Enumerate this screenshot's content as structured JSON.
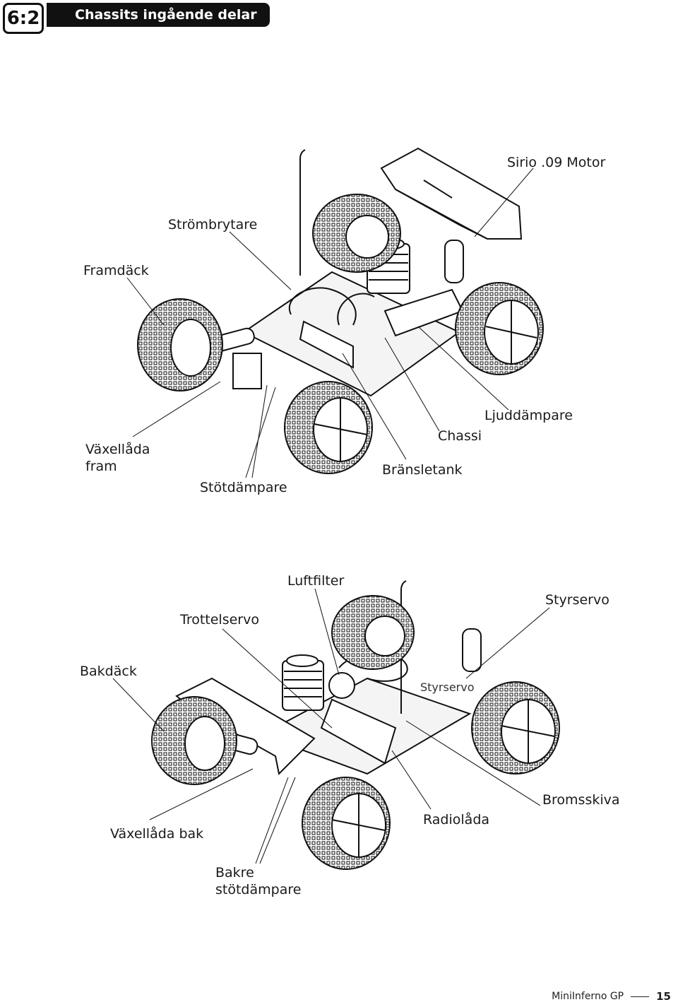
{
  "header": {
    "section_number": "6:2",
    "title": "Chassits ingående delar"
  },
  "top_figure": {
    "labels": {
      "motor": "Sirio .09 Motor",
      "strombrytare": "Strömbrytare",
      "framdack": "Framdäck",
      "vaxellada_fram_1": "Växellåda",
      "vaxellada_fram_2": "fram",
      "stotdampare": "Stötdämpare",
      "bransletank": "Bränsletank",
      "chassi": "Chassi",
      "ljuddampare": "Ljuddämpare"
    }
  },
  "bottom_figure": {
    "labels": {
      "luftfilter": "Luftfilter",
      "trottelservo": "Trottelservo",
      "styrservo": "Styrservo",
      "styrservo_inset": "Styrservo",
      "bakdack": "Bakdäck",
      "vaxellada_bak": "Växellåda bak",
      "bakre_1": "Bakre",
      "bakre_2": "stötdämpare",
      "radiolada": "Radiolåda",
      "bromsskiva": "Bromsskiva"
    }
  },
  "footer": {
    "product": "MiniInferno GP",
    "page_number": "15"
  }
}
